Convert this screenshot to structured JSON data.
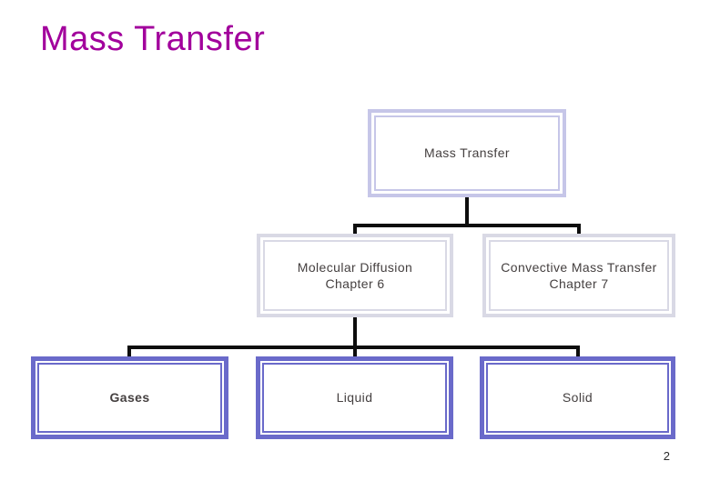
{
  "slide": {
    "title": "Mass Transfer",
    "page_number": "2"
  },
  "colors": {
    "background": "#ffffff",
    "title_text": "#a2009c",
    "box_text": "#454040",
    "level1_border": "#c6c6e8",
    "level2_border": "#d9d9e5",
    "level3_border": "#6a6aca",
    "connector_line": "#0d0d0d"
  },
  "diagram": {
    "type": "hierarchy",
    "root": {
      "label": "Mass Transfer"
    },
    "level2": [
      {
        "line1": "Molecular Diffusion",
        "line2": "Chapter 6"
      },
      {
        "line1": "Convective Mass Transfer",
        "line2": "Chapter 7"
      }
    ],
    "level3": [
      {
        "label": "Gases"
      },
      {
        "label": "Liquid"
      },
      {
        "label": "Solid"
      }
    ],
    "edges": [
      "Mass Transfer -> Molecular Diffusion Chapter 6",
      "Mass Transfer -> Convective Mass Transfer Chapter 7",
      "Molecular Diffusion Chapter 6 -> Gases",
      "Molecular Diffusion Chapter 6 -> Liquid",
      "Molecular Diffusion Chapter 6 -> Solid"
    ]
  }
}
